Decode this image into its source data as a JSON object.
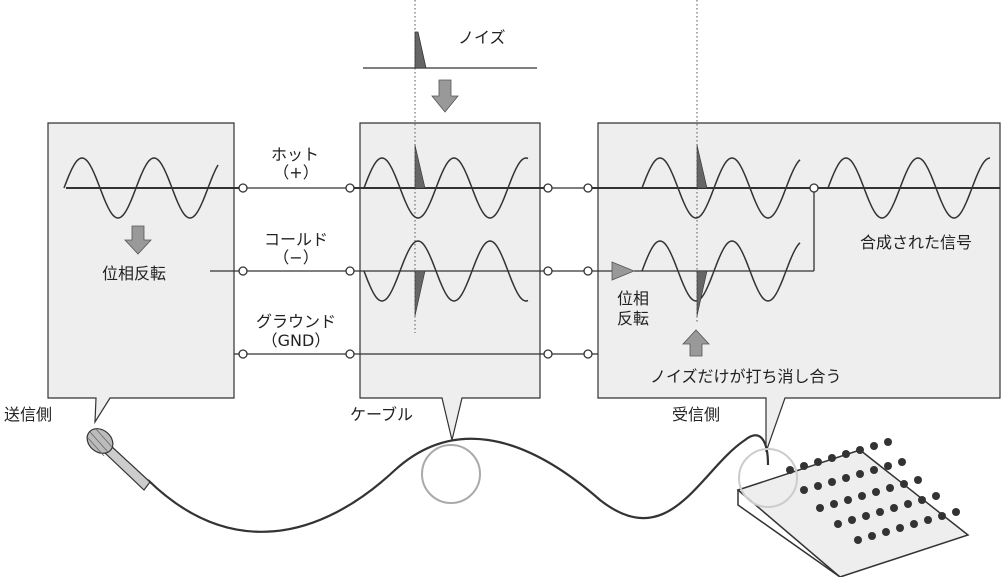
{
  "labels": {
    "noise": "ノイズ",
    "hot": "ホット",
    "hot_sign": "（+）",
    "cold": "コールド",
    "cold_sign": "（−）",
    "ground": "グラウンド",
    "ground_sign": "（GND）",
    "sender_invert": "位相反転",
    "receiver_invert_1": "位相",
    "receiver_invert_2": "反転",
    "combined": "合成された信号",
    "noise_cancel": "ノイズだけが打ち消し合う",
    "sender": "送信側",
    "cable": "ケーブル",
    "receiver": "受信側"
  },
  "colors": {
    "panel_fill": "#eeeeee",
    "stroke": "#333333",
    "arrow_fill": "#999999",
    "noise_fill": "#666666",
    "circle": "#aaaaaa"
  }
}
